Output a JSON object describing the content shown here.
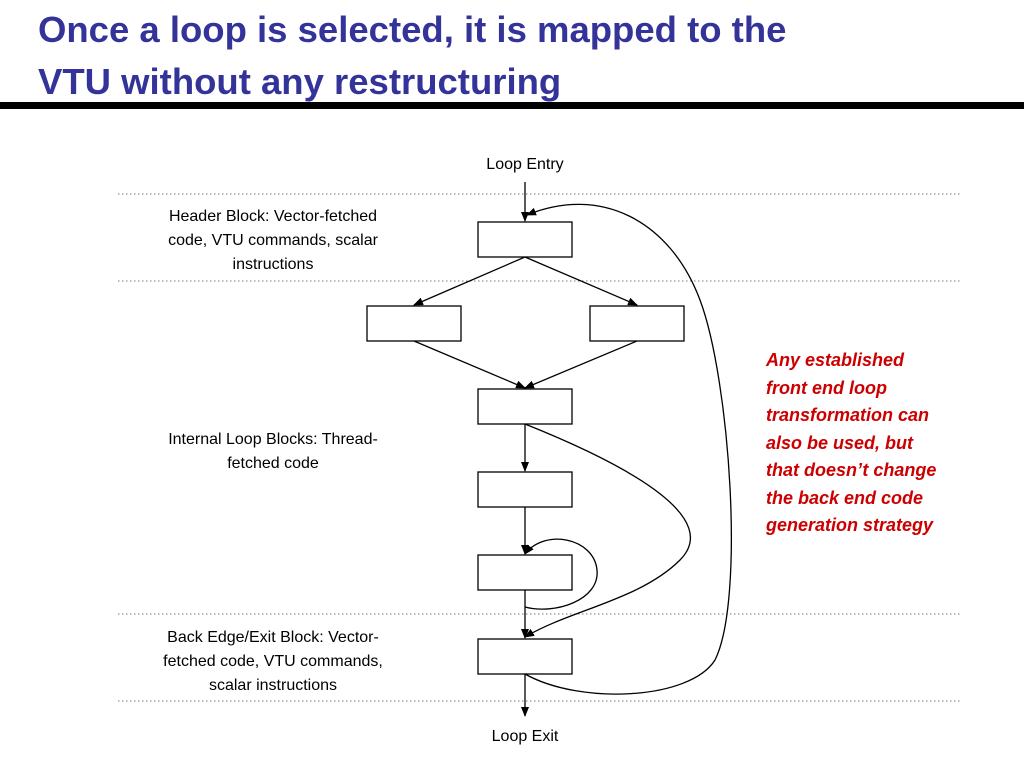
{
  "slide": {
    "title_line1": "Once a loop is selected, it is mapped to the",
    "title_line2": "VTU without any restructuring"
  },
  "diagram": {
    "entry_label": "Loop Entry",
    "exit_label": "Loop Exit",
    "regions": [
      {
        "name": "header",
        "line1": "Header Block: Vector-fetched",
        "line2": "code, VTU commands, scalar",
        "line3": "instructions"
      },
      {
        "name": "internal",
        "line1": "Internal Loop Blocks: Thread-",
        "line2": "fetched code"
      },
      {
        "name": "back-edge",
        "line1": "Back Edge/Exit Block: Vector-",
        "line2": "fetched code, VTU commands,",
        "line3": "scalar instructions"
      }
    ]
  },
  "note": {
    "line1": "Any established",
    "line2": "front end loop",
    "line3": "transformation can",
    "line4": "also be used, but",
    "line5": "that doesn’t change",
    "line6": "the back end code",
    "line7": "generation strategy"
  },
  "colors": {
    "title": "#333399",
    "note": "#cc0000",
    "lines": "#000000"
  }
}
